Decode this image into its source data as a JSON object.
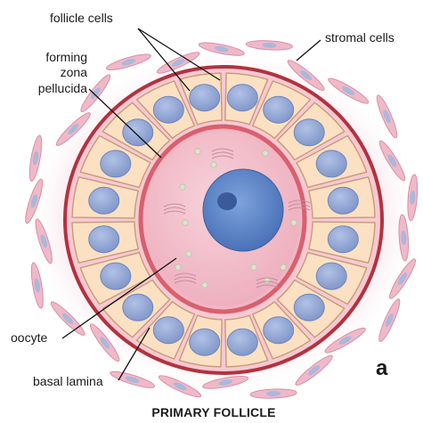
{
  "labels": {
    "follicle_cells": "follicle cells",
    "stromal_cells": "stromal cells",
    "forming": "forming",
    "zona": "zona",
    "pellucida": "pellucida",
    "oocyte": "oocyte",
    "basal_lamina": "basal lamina"
  },
  "panel_letter": "a",
  "title": "PRIMARY FOLLICLE",
  "colors": {
    "stroma": "#f3c7d3",
    "stromal_cell": "#e3a3b6",
    "basal_lamina": "#b3323f",
    "follicle_cell": "#fbe1c2",
    "follicle_nucleus": "#8ea2cf",
    "zona_pellucida": "#ea7f8f",
    "oocyte_cytoplasm": "#f3c1cc",
    "oocyte_nucleus": "#5a84c6"
  }
}
